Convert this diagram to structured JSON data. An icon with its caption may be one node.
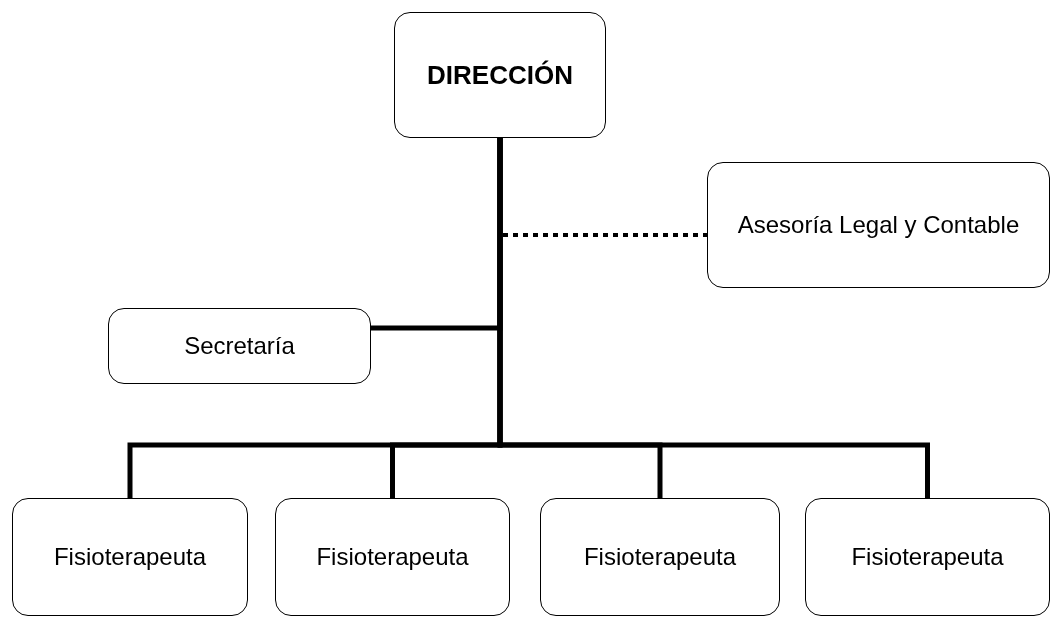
{
  "diagram": {
    "nodes": [
      {
        "text": [
          "DIRECCIÓN"
        ]
      },
      {
        "text": [
          "Asesoría Legal y Contable"
        ]
      },
      {
        "text": [
          "Secretaría"
        ]
      },
      {
        "text": [
          "Fisioterapeuta"
        ]
      },
      {
        "text": [
          "Fisioterapeuta"
        ]
      },
      {
        "text": [
          "Fisioterapeuta"
        ]
      },
      {
        "text": [
          "Fisioterapeuta"
        ]
      }
    ],
    "edges": [
      {
        "from": 0,
        "to": 1,
        "arrow": "none",
        "style": "dashed"
      },
      {
        "from": 0,
        "to": 2,
        "arrow": "none"
      },
      {
        "from": 0,
        "to": 3,
        "arrow": "none"
      },
      {
        "from": 0,
        "to": 4,
        "arrow": "none"
      },
      {
        "from": 0,
        "to": 5,
        "arrow": "none"
      },
      {
        "from": 0,
        "to": 6,
        "arrow": "none"
      }
    ]
  }
}
